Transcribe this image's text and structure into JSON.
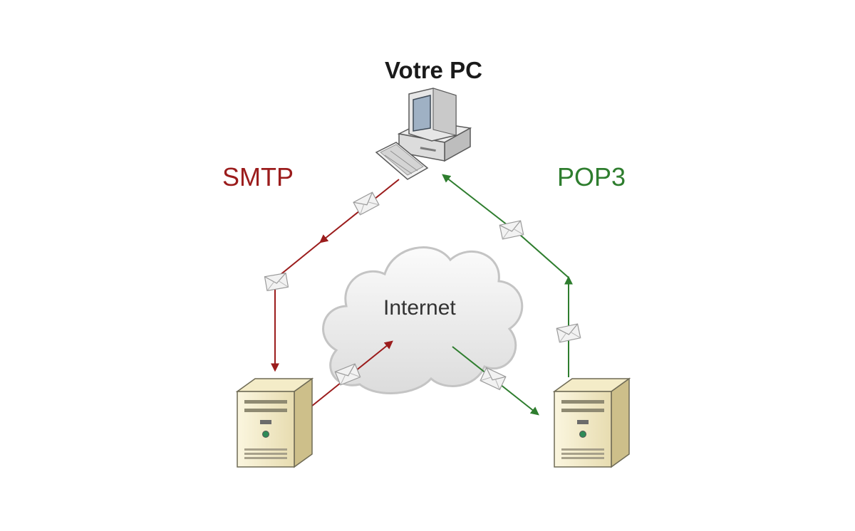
{
  "pc": {
    "title": "Votre PC",
    "icon": "desktop-computer-icon"
  },
  "protocols": {
    "smtp": {
      "label": "SMTP",
      "color": "#9b1c1c"
    },
    "pop3": {
      "label": "POP3",
      "color": "#2e7d2e"
    }
  },
  "network": {
    "label": "Internet",
    "icon": "cloud-icon"
  },
  "servers": {
    "outgoing": {
      "icon": "server-icon"
    },
    "incoming": {
      "icon": "server-icon"
    }
  },
  "message_icon": "envelope-icon"
}
